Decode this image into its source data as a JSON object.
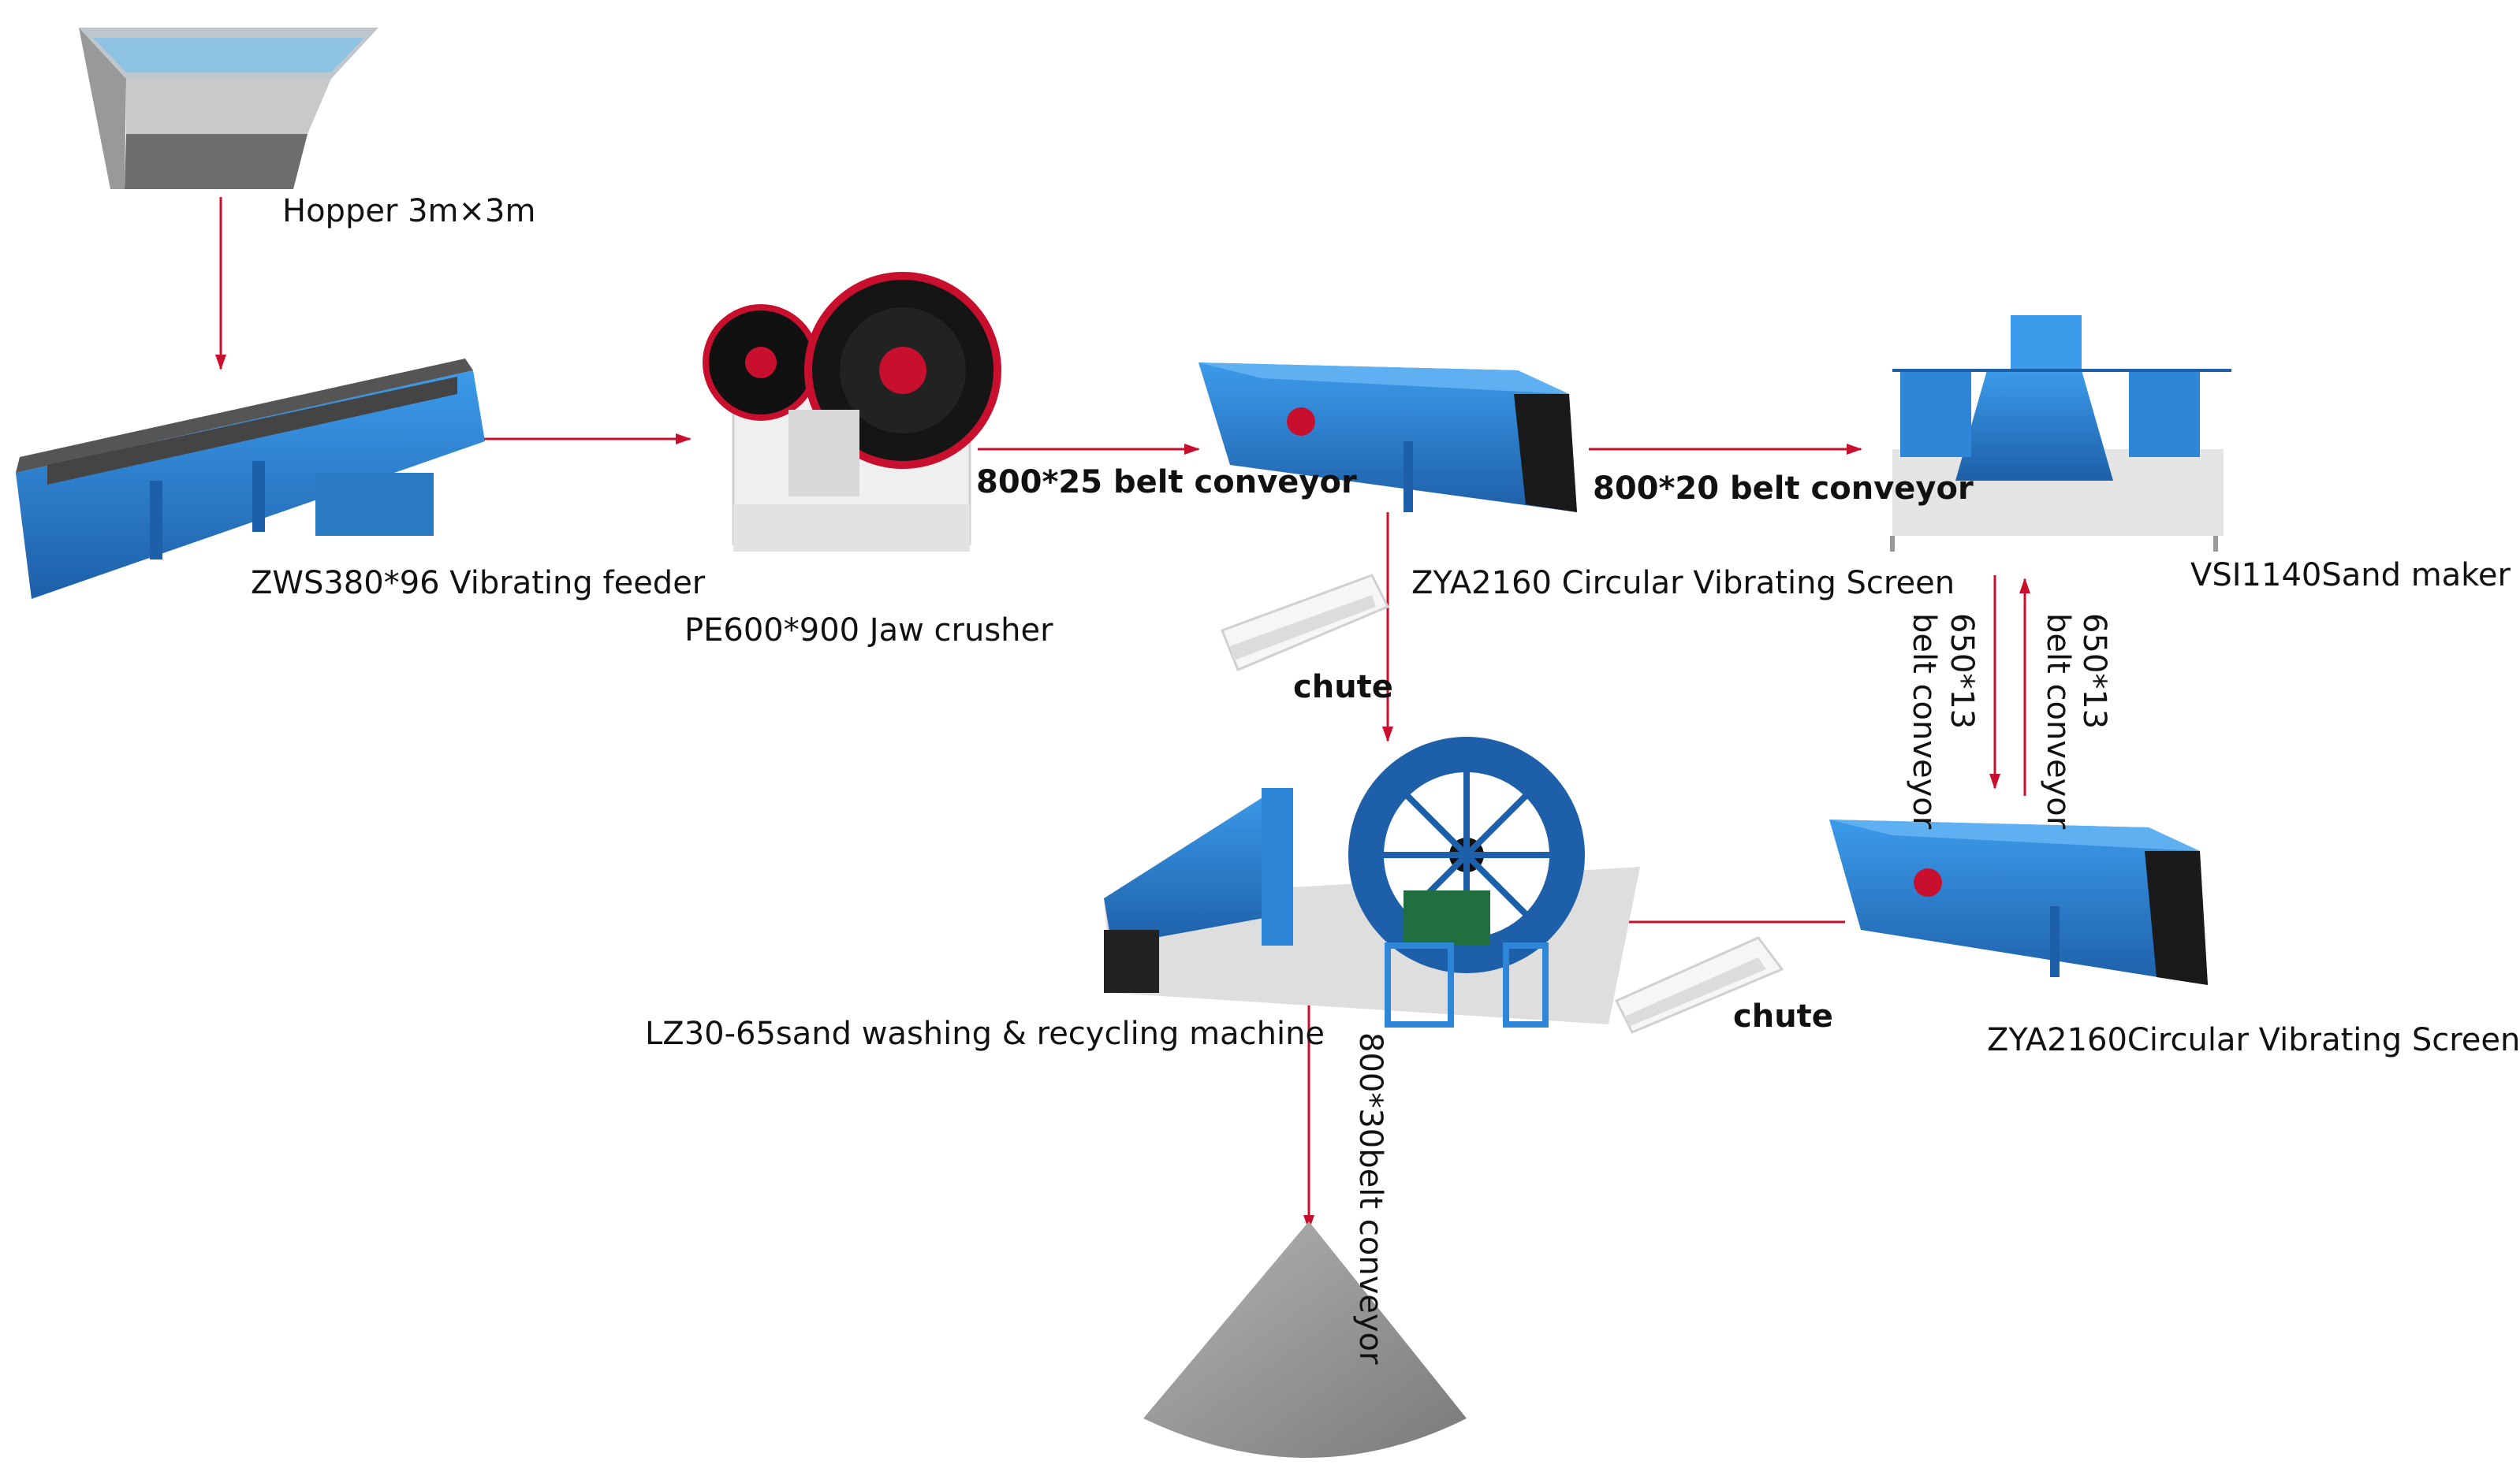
{
  "diagram": {
    "colors": {
      "arrow": "#c8102e",
      "machine_blue": "#2e86d8",
      "machine_dark": "#1d5fa8",
      "hopper_grey": "#8a8a8a",
      "jaw_red": "#c8102e",
      "pile_grey": "#9a9a9a",
      "chute_white": "#f2f2f2"
    },
    "labels": {
      "hopper": "Hopper 3m×3m",
      "feeder": "ZWS380*96 Vibrating feeder",
      "jaw_crusher": "PE600*900 Jaw crusher",
      "conveyor_1": "800*25 belt conveyor",
      "screen_1": "ZYA2160 Circular Vibrating Screen",
      "conveyor_2": "800*20 belt conveyor",
      "sand_maker": "VSI1140Sand maker",
      "chute_1": "chute",
      "conveyor_3_a": "650*13",
      "conveyor_3_b": "belt conveyor",
      "conveyor_4_a": "650*13",
      "conveyor_4_b": "belt conveyor",
      "washer": "LZ30-65sand washing & recycling machine",
      "chute_2": "chute",
      "screen_2": "ZYA2160Circular Vibrating Screen",
      "conveyor_5": "800*30belt conveyor"
    },
    "icons": {
      "hopper": "hopper-icon",
      "feeder": "vibrating-feeder-icon",
      "jaw_crusher": "jaw-crusher-icon",
      "screen": "vibrating-screen-icon",
      "sand_maker": "sand-maker-icon",
      "washer": "sand-washer-icon",
      "chute": "chute-icon",
      "pile": "sand-pile-icon"
    }
  }
}
